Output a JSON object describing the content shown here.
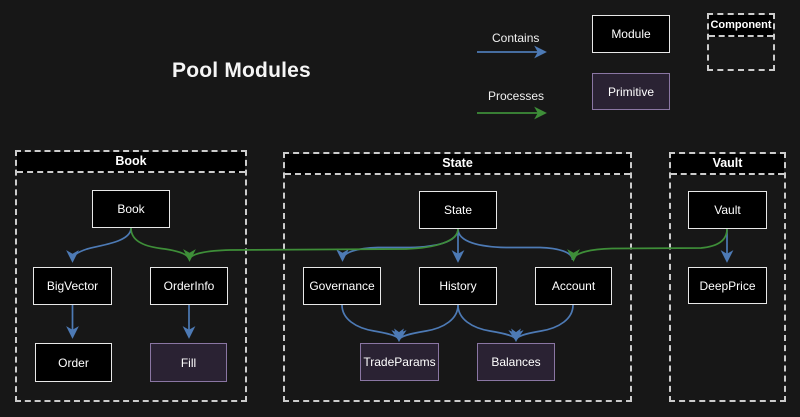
{
  "title": "Pool Modules",
  "legend": {
    "contains_label": "Contains",
    "processes_label": "Processes",
    "module_label": "Module",
    "primitive_label": "Primitive",
    "component_label": "Component"
  },
  "colors": {
    "background": "#171717",
    "node_fill": "#000000",
    "node_border": "#e8e8e8",
    "primitive_fill": "#2a2233",
    "primitive_border": "#8a76a3",
    "container_border": "#cccccc",
    "header_fill": "#000000",
    "contains_color": "#4d7ab5",
    "processes_color": "#3e8e38",
    "text_color": "#ffffff"
  },
  "containers": {
    "book": {
      "title": "Book",
      "nodes": [
        {
          "id": "book",
          "label": "Book",
          "type": "module"
        },
        {
          "id": "bigvector",
          "label": "BigVector",
          "type": "module"
        },
        {
          "id": "orderinfo",
          "label": "OrderInfo",
          "type": "module"
        },
        {
          "id": "order",
          "label": "Order",
          "type": "module"
        },
        {
          "id": "fill",
          "label": "Fill",
          "type": "primitive"
        }
      ]
    },
    "state": {
      "title": "State",
      "nodes": [
        {
          "id": "state",
          "label": "State",
          "type": "module"
        },
        {
          "id": "governance",
          "label": "Governance",
          "type": "module"
        },
        {
          "id": "history",
          "label": "History",
          "type": "module"
        },
        {
          "id": "account",
          "label": "Account",
          "type": "module"
        },
        {
          "id": "tradeparams",
          "label": "TradeParams",
          "type": "primitive"
        },
        {
          "id": "balances",
          "label": "Balances",
          "type": "primitive"
        }
      ]
    },
    "vault": {
      "title": "Vault",
      "nodes": [
        {
          "id": "vault",
          "label": "Vault",
          "type": "module"
        },
        {
          "id": "deepprice",
          "label": "DeepPrice",
          "type": "module"
        }
      ]
    }
  },
  "edges": [
    {
      "from": "Book",
      "to": "BigVector",
      "type": "contains"
    },
    {
      "from": "BigVector",
      "to": "Order",
      "type": "contains"
    },
    {
      "from": "OrderInfo",
      "to": "Fill",
      "type": "contains"
    },
    {
      "from": "State",
      "to": "Governance",
      "type": "contains"
    },
    {
      "from": "State",
      "to": "History",
      "type": "contains"
    },
    {
      "from": "State",
      "to": "Account",
      "type": "contains"
    },
    {
      "from": "Governance",
      "to": "TradeParams",
      "type": "contains"
    },
    {
      "from": "History",
      "to": "TradeParams",
      "type": "contains"
    },
    {
      "from": "History",
      "to": "Balances",
      "type": "contains"
    },
    {
      "from": "Account",
      "to": "Balances",
      "type": "contains"
    },
    {
      "from": "Vault",
      "to": "DeepPrice",
      "type": "contains"
    },
    {
      "from": "Book",
      "to": "OrderInfo",
      "type": "processes"
    },
    {
      "from": "State",
      "to": "OrderInfo",
      "type": "processes"
    },
    {
      "from": "Vault",
      "to": "Account",
      "type": "processes"
    }
  ]
}
